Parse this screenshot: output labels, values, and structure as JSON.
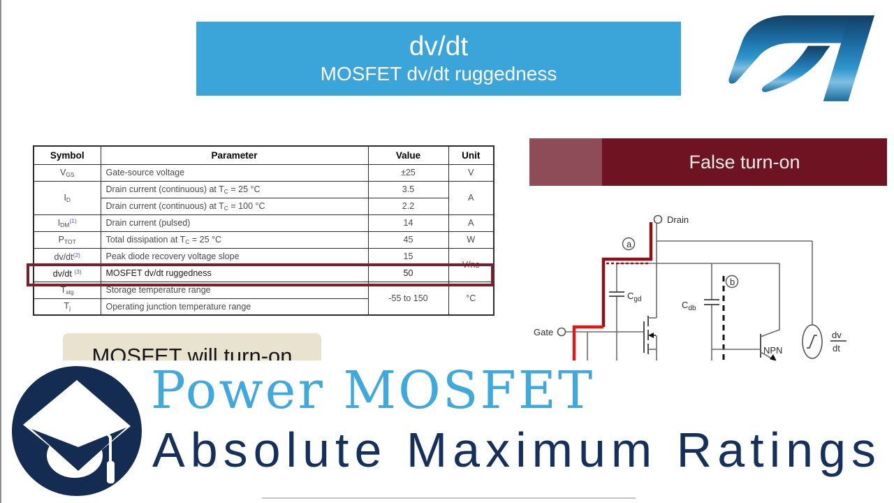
{
  "banner": {
    "title": "dv/dt",
    "subtitle": "MOSFET dv/dt ruggedness",
    "bg": "#3BA4D9"
  },
  "logo": {
    "name": "STMicroelectronics",
    "color_top": "#123F63",
    "color_mid": "#2E96CD"
  },
  "table": {
    "columns": [
      "Symbol",
      "Parameter",
      "Value",
      "Unit"
    ],
    "rows": [
      {
        "s": "V",
        "ssub": "GS",
        "ssup": "",
        "p1": "Gate-source voltage",
        "psub": "",
        "p2": "",
        "v": "±25",
        "u": "V"
      },
      {
        "s": "I",
        "ssub": "D",
        "ssup": "",
        "p1": "Drain current (continuous) at T",
        "psub": "C",
        "p2": " = 25 °C",
        "v": "3.5",
        "u": "A"
      },
      {
        "s": "",
        "ssub": "",
        "ssup": "",
        "p1": "Drain current (continuous) at T",
        "psub": "C",
        "p2": " = 100 °C",
        "v": "2.2",
        "u": ""
      },
      {
        "s": "I",
        "ssub": "DM",
        "ssup": "(1)",
        "p1": "Drain current (pulsed)",
        "psub": "",
        "p2": "",
        "v": "14",
        "u": "A"
      },
      {
        "s": "P",
        "ssub": "TOT",
        "ssup": "",
        "p1": "Total dissipation at T",
        "psub": "C",
        "p2": " = 25 °C",
        "v": "45",
        "u": "W"
      },
      {
        "s": "dv/dt",
        "ssub": "",
        "ssup": "(2)",
        "p1": "Peak diode recovery voltage slope",
        "psub": "",
        "p2": "",
        "v": "15",
        "u": "V/ns"
      },
      {
        "s": "dv/dt",
        "ssub": "",
        "ssup": "(3)",
        "p1": "MOSFET dv/dt ruggedness",
        "psub": "",
        "p2": "",
        "v": "50",
        "u": ""
      },
      {
        "s": "T",
        "ssub": "stg",
        "ssup": "",
        "p1": "Storage temperature range",
        "psub": "",
        "p2": "",
        "v": "-55 to 150",
        "u": "°C"
      },
      {
        "s": "T",
        "ssub": "j",
        "ssup": "",
        "p1": "Operating junction temperature range",
        "psub": "",
        "p2": "",
        "v": "",
        "u": ""
      }
    ],
    "highlight_row": "MOSFET dv/dt ruggedness",
    "highlight_color": "#7C1F2B"
  },
  "false_banner": {
    "label": "False turn-on",
    "bg_dark": "#6E1322",
    "bg_light": "#8E4C59"
  },
  "circuit": {
    "drain": "Drain",
    "gate": "Gate",
    "path_a": "a",
    "path_b": "b",
    "cap1": "C",
    "cap1_sub": "gd",
    "cap2": "C",
    "cap2_sub": "db",
    "npn": "NPN",
    "dv": "dv",
    "dt": "dt",
    "red_path_color": "#DD1A1A",
    "dark_red_color": "#8C1218"
  },
  "note": {
    "label": "MOSFET will turn-on",
    "bg": "#E9E2CF"
  },
  "footer": {
    "line1": "Power MOSFET",
    "line2": "Absolute Maximum Ratings",
    "line1_color": "#3FA8DC",
    "line2_color": "#16305C",
    "logo_color": "#142B52"
  }
}
